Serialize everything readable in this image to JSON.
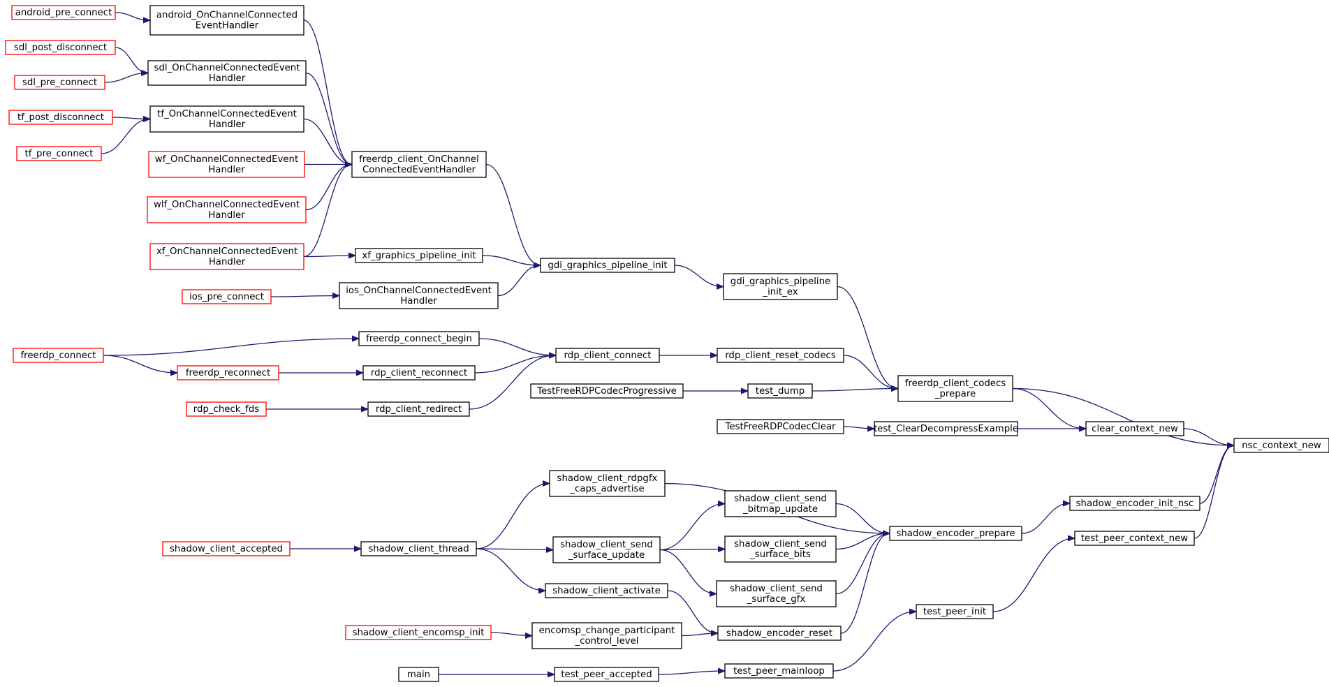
{
  "colors": {
    "edge": "#191970",
    "box_default": "#000000",
    "box_truncated": "#ff0000",
    "box_focus_fill": "#bfbfbf"
  },
  "nodes": [
    {
      "id": "n1",
      "lines": [
        "android_pre_connect"
      ],
      "style": "truncated"
    },
    {
      "id": "n2",
      "lines": [
        "android_OnChannelConnected",
        "EventHandler"
      ],
      "style": "default"
    },
    {
      "id": "n3",
      "lines": [
        "sdl_post_disconnect"
      ],
      "style": "truncated"
    },
    {
      "id": "n4",
      "lines": [
        "sdl_OnChannelConnectedEvent",
        "Handler"
      ],
      "style": "default"
    },
    {
      "id": "n5",
      "lines": [
        "sdl_pre_connect"
      ],
      "style": "truncated"
    },
    {
      "id": "n6",
      "lines": [
        "tf_post_disconnect"
      ],
      "style": "truncated"
    },
    {
      "id": "n7",
      "lines": [
        "tf_OnChannelConnectedEvent",
        "Handler"
      ],
      "style": "default"
    },
    {
      "id": "n8",
      "lines": [
        "tf_pre_connect"
      ],
      "style": "truncated"
    },
    {
      "id": "n9",
      "lines": [
        "wf_OnChannelConnectedEvent",
        "Handler"
      ],
      "style": "truncated"
    },
    {
      "id": "n10",
      "lines": [
        "freerdp_client_OnChannel",
        "ConnectedEventHandler"
      ],
      "style": "default"
    },
    {
      "id": "n11",
      "lines": [
        "wlf_OnChannelConnectedEvent",
        "Handler"
      ],
      "style": "truncated"
    },
    {
      "id": "n12",
      "lines": [
        "xf_OnChannelConnectedEvent",
        "Handler"
      ],
      "style": "truncated"
    },
    {
      "id": "n13",
      "lines": [
        "xf_graphics_pipeline_init"
      ],
      "style": "default"
    },
    {
      "id": "n14",
      "lines": [
        "gdi_graphics_pipeline_init"
      ],
      "style": "default"
    },
    {
      "id": "n15",
      "lines": [
        "gdi_graphics_pipeline",
        "_init_ex"
      ],
      "style": "default"
    },
    {
      "id": "n16",
      "lines": [
        "ios_pre_connect"
      ],
      "style": "truncated"
    },
    {
      "id": "n17",
      "lines": [
        "ios_OnChannelConnectedEvent",
        "Handler"
      ],
      "style": "default"
    },
    {
      "id": "n18",
      "lines": [
        "freerdp_connect"
      ],
      "style": "truncated"
    },
    {
      "id": "n19",
      "lines": [
        "freerdp_connect_begin"
      ],
      "style": "default"
    },
    {
      "id": "n20",
      "lines": [
        "rdp_client_connect"
      ],
      "style": "default"
    },
    {
      "id": "n21",
      "lines": [
        "rdp_client_reset_codecs"
      ],
      "style": "default"
    },
    {
      "id": "n22",
      "lines": [
        "freerdp_reconnect"
      ],
      "style": "truncated"
    },
    {
      "id": "n23",
      "lines": [
        "rdp_client_reconnect"
      ],
      "style": "default"
    },
    {
      "id": "n24",
      "lines": [
        "freerdp_client_codecs",
        "_prepare"
      ],
      "style": "default"
    },
    {
      "id": "n25",
      "lines": [
        "TestFreeRDPCodecProgressive"
      ],
      "style": "default"
    },
    {
      "id": "n26",
      "lines": [
        "test_dump"
      ],
      "style": "default"
    },
    {
      "id": "n27",
      "lines": [
        "rdp_check_fds"
      ],
      "style": "truncated"
    },
    {
      "id": "n28",
      "lines": [
        "rdp_client_redirect"
      ],
      "style": "default"
    },
    {
      "id": "n29",
      "lines": [
        "TestFreeRDPCodecClear"
      ],
      "style": "default"
    },
    {
      "id": "n30",
      "lines": [
        "test_ClearDecompressExample"
      ],
      "style": "default"
    },
    {
      "id": "n31",
      "lines": [
        "clear_context_new"
      ],
      "style": "default"
    },
    {
      "id": "n32",
      "lines": [
        "nsc_context_new"
      ],
      "style": "focus"
    },
    {
      "id": "n33",
      "lines": [
        "shadow_client_rdpgfx",
        "_caps_advertise"
      ],
      "style": "default"
    },
    {
      "id": "n34",
      "lines": [
        "shadow_client_send",
        "_bitmap_update"
      ],
      "style": "default"
    },
    {
      "id": "n35",
      "lines": [
        "shadow_encoder_init_nsc"
      ],
      "style": "default"
    },
    {
      "id": "n36",
      "lines": [
        "shadow_encoder_prepare"
      ],
      "style": "default"
    },
    {
      "id": "n37",
      "lines": [
        "test_peer_context_new"
      ],
      "style": "default"
    },
    {
      "id": "n38",
      "lines": [
        "shadow_client_accepted"
      ],
      "style": "truncated"
    },
    {
      "id": "n39",
      "lines": [
        "shadow_client_thread"
      ],
      "style": "default"
    },
    {
      "id": "n40",
      "lines": [
        "shadow_client_send",
        "_surface_update"
      ],
      "style": "default"
    },
    {
      "id": "n41",
      "lines": [
        "shadow_client_send",
        "_surface_bits"
      ],
      "style": "default"
    },
    {
      "id": "n42",
      "lines": [
        "shadow_client_activate"
      ],
      "style": "default"
    },
    {
      "id": "n43",
      "lines": [
        "shadow_client_send",
        "_surface_gfx"
      ],
      "style": "default"
    },
    {
      "id": "n44",
      "lines": [
        "test_peer_init"
      ],
      "style": "default"
    },
    {
      "id": "n45",
      "lines": [
        "shadow_client_encomsp_init"
      ],
      "style": "truncated"
    },
    {
      "id": "n46",
      "lines": [
        "encomsp_change_participant",
        "_control_level"
      ],
      "style": "default"
    },
    {
      "id": "n47",
      "lines": [
        "shadow_encoder_reset"
      ],
      "style": "default"
    },
    {
      "id": "n48",
      "lines": [
        "main"
      ],
      "style": "default"
    },
    {
      "id": "n49",
      "lines": [
        "test_peer_accepted"
      ],
      "style": "default"
    },
    {
      "id": "n50",
      "lines": [
        "test_peer_mainloop"
      ],
      "style": "default"
    }
  ],
  "edges": [
    {
      "from": "n1",
      "to": "n2"
    },
    {
      "from": "n3",
      "to": "n4"
    },
    {
      "from": "n5",
      "to": "n4"
    },
    {
      "from": "n6",
      "to": "n7"
    },
    {
      "from": "n8",
      "to": "n7"
    },
    {
      "from": "n2",
      "to": "n10"
    },
    {
      "from": "n4",
      "to": "n10"
    },
    {
      "from": "n7",
      "to": "n10"
    },
    {
      "from": "n9",
      "to": "n10"
    },
    {
      "from": "n11",
      "to": "n10"
    },
    {
      "from": "n12",
      "to": "n10"
    },
    {
      "from": "n12",
      "to": "n13"
    },
    {
      "from": "n10",
      "to": "n14"
    },
    {
      "from": "n13",
      "to": "n14"
    },
    {
      "from": "n17",
      "to": "n14"
    },
    {
      "from": "n16",
      "to": "n17"
    },
    {
      "from": "n14",
      "to": "n15"
    },
    {
      "from": "n15",
      "to": "n24"
    },
    {
      "from": "n18",
      "to": "n19"
    },
    {
      "from": "n18",
      "to": "n22"
    },
    {
      "from": "n22",
      "to": "n23"
    },
    {
      "from": "n27",
      "to": "n28"
    },
    {
      "from": "n19",
      "to": "n20"
    },
    {
      "from": "n23",
      "to": "n20"
    },
    {
      "from": "n28",
      "to": "n20"
    },
    {
      "from": "n20",
      "to": "n21"
    },
    {
      "from": "n21",
      "to": "n24"
    },
    {
      "from": "n25",
      "to": "n26"
    },
    {
      "from": "n26",
      "to": "n24"
    },
    {
      "from": "n24",
      "to": "n31"
    },
    {
      "from": "n24",
      "to": "n32"
    },
    {
      "from": "n29",
      "to": "n30"
    },
    {
      "from": "n30",
      "to": "n31"
    },
    {
      "from": "n31",
      "to": "n32"
    },
    {
      "from": "n35",
      "to": "n32"
    },
    {
      "from": "n37",
      "to": "n32"
    },
    {
      "from": "n36",
      "to": "n35"
    },
    {
      "from": "n33",
      "to": "n36"
    },
    {
      "from": "n34",
      "to": "n36"
    },
    {
      "from": "n41",
      "to": "n36"
    },
    {
      "from": "n43",
      "to": "n36"
    },
    {
      "from": "n47",
      "to": "n36"
    },
    {
      "from": "n39",
      "to": "n33"
    },
    {
      "from": "n40",
      "to": "n34"
    },
    {
      "from": "n40",
      "to": "n41"
    },
    {
      "from": "n40",
      "to": "n43"
    },
    {
      "from": "n39",
      "to": "n40"
    },
    {
      "from": "n38",
      "to": "n39"
    },
    {
      "from": "n39",
      "to": "n42"
    },
    {
      "from": "n42",
      "to": "n47"
    },
    {
      "from": "n45",
      "to": "n46"
    },
    {
      "from": "n46",
      "to": "n47"
    },
    {
      "from": "n44",
      "to": "n37"
    },
    {
      "from": "n50",
      "to": "n44"
    },
    {
      "from": "n48",
      "to": "n49"
    },
    {
      "from": "n49",
      "to": "n50"
    }
  ]
}
